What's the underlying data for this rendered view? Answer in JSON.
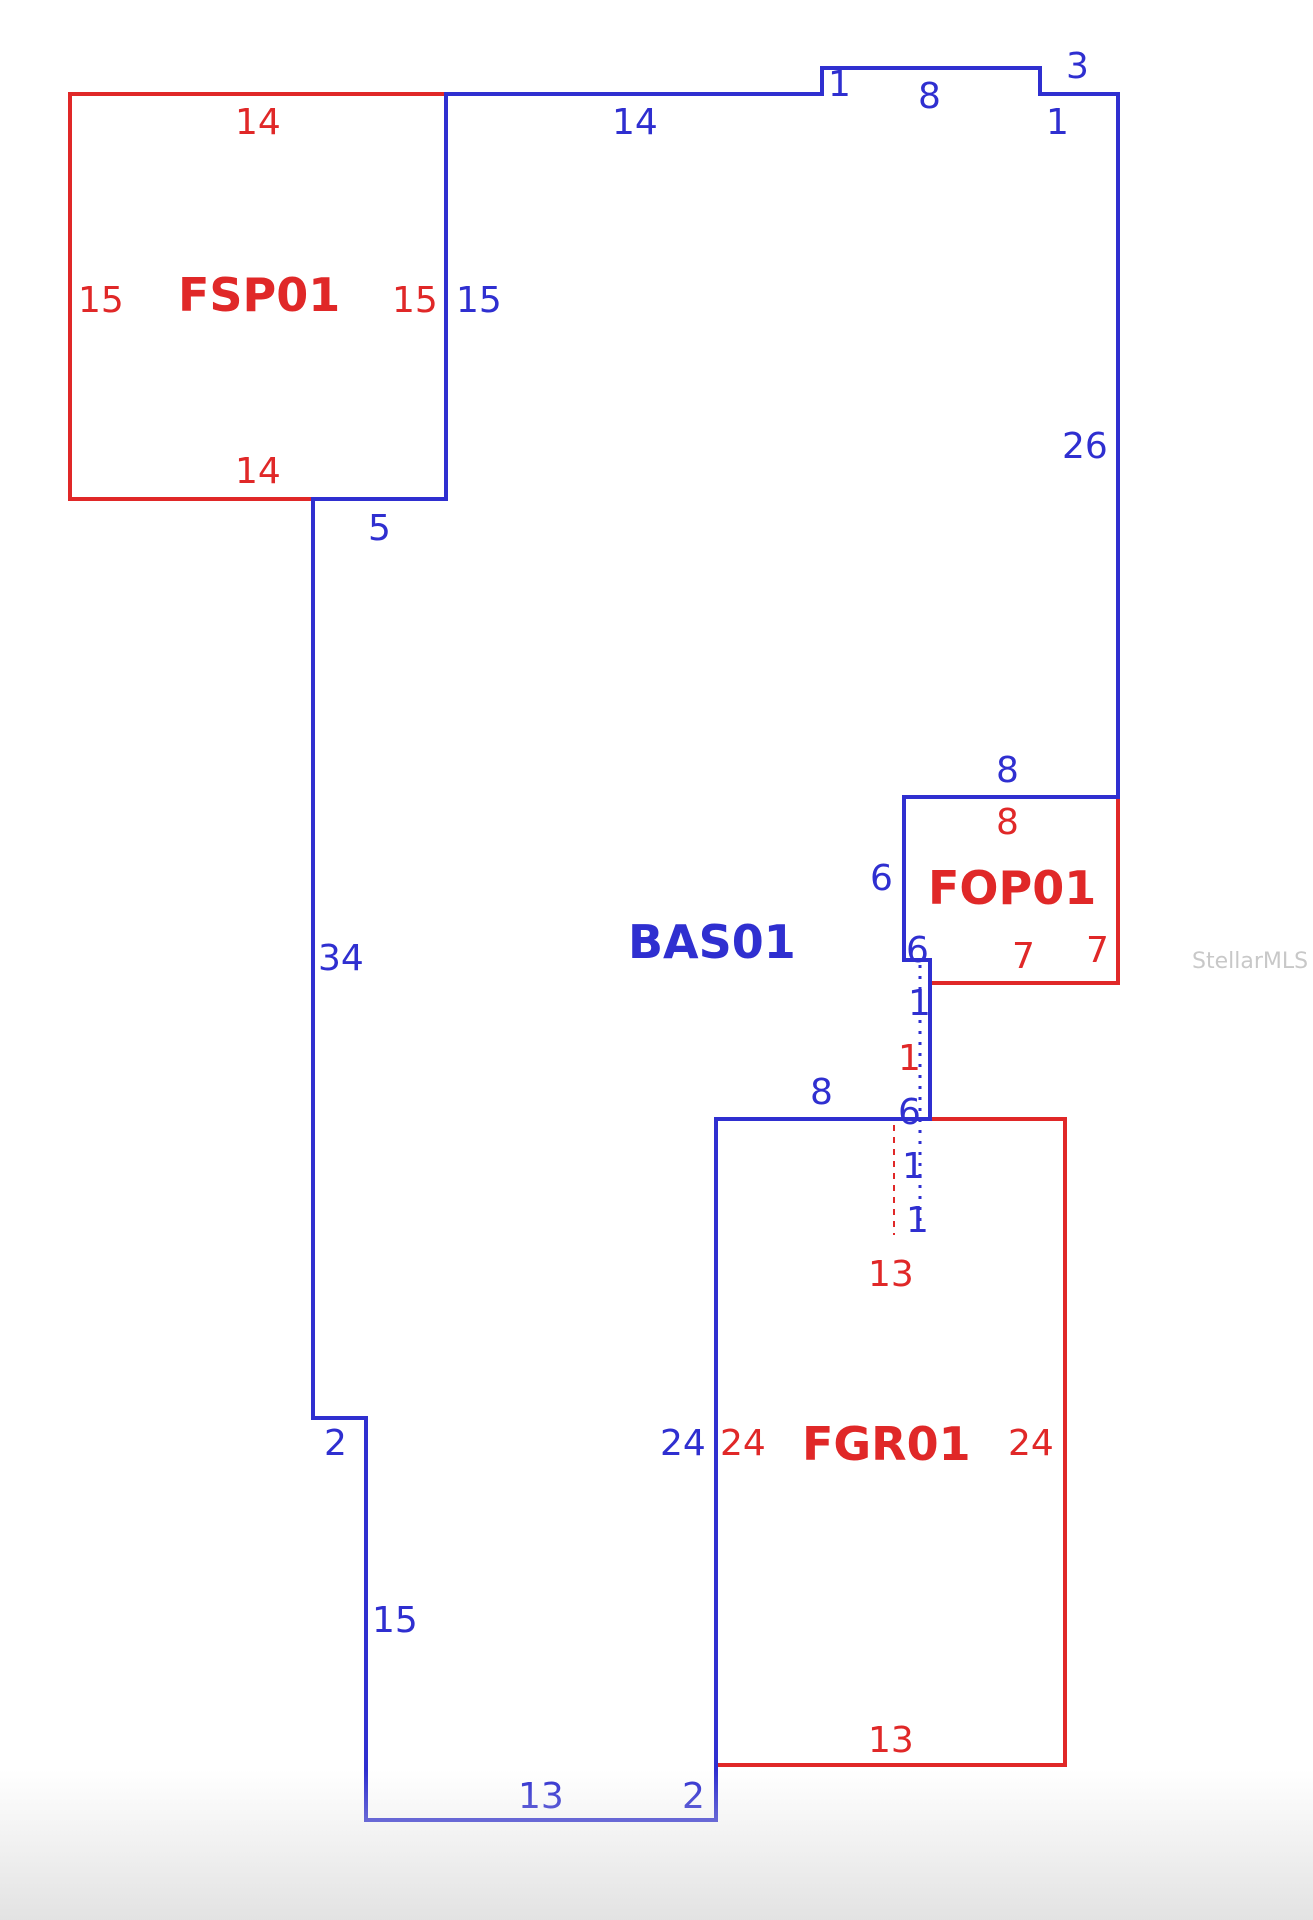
{
  "colors": {
    "base_line": "#2f2fd0",
    "sub_line": "#e02828",
    "watermark": "#c8c8c8"
  },
  "areas": {
    "bas": "BAS01",
    "fsp": "FSP01",
    "fop": "FOP01",
    "fgr": "FGR01"
  },
  "dimensions": {
    "bas_top_left": "14",
    "bas_step_a": "1",
    "bas_bump_top": "8",
    "bas_bump_right": "3",
    "bas_step_b": "1",
    "bas_fsp_shared": "15",
    "bas_right_side": "26",
    "bas_fsp_bottom": "5",
    "bas_left_side": "34",
    "bas_fop_top": "8",
    "bas_fop_left": "6",
    "bas_fop_bottom": "6",
    "bas_notch_a": "1",
    "bas_notch_b": "1",
    "bas_fgr_top": "8",
    "bas_fgr_corner": "6",
    "bas_notch_c": "1",
    "bas_notch_d": "1",
    "bas_fgr_shared": "24",
    "bas_left_step": "2",
    "bas_lower_left": "15",
    "bas_bottom": "13",
    "bas_bottom_step": "2",
    "fsp_top": "14",
    "fsp_left": "15",
    "fsp_right": "15",
    "fsp_bottom": "14",
    "fop_top": "8",
    "fop_bottom": "7",
    "fop_right": "7",
    "fop_notch": "1",
    "fgr_top": "13",
    "fgr_left": "24",
    "fgr_right": "24",
    "fgr_bottom": "13"
  },
  "watermark": "StellarMLS"
}
